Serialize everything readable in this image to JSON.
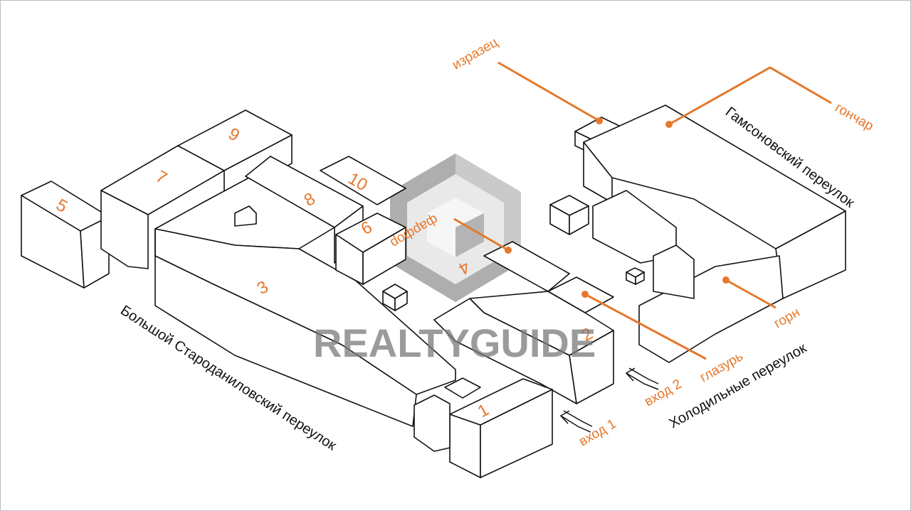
{
  "buildings": [
    "1",
    "2",
    "3",
    "4",
    "5",
    "6",
    "7",
    "8",
    "9",
    "10"
  ],
  "labels": {
    "izrazets": "изразец",
    "gonchar": "гончар",
    "farfor": "фарфор",
    "glazur": "глазурь",
    "gorn": "горн",
    "entrance1": "вход 1",
    "entrance2": "вход 2"
  },
  "streets": {
    "gamsonovsky": "Гамсоновский переулок",
    "kholodilny": "Холодильные переулок",
    "bolshoy": "Большой Староданиловский переулок"
  },
  "watermark": "REALTYGUIDE",
  "accent_color": "#e5782c"
}
